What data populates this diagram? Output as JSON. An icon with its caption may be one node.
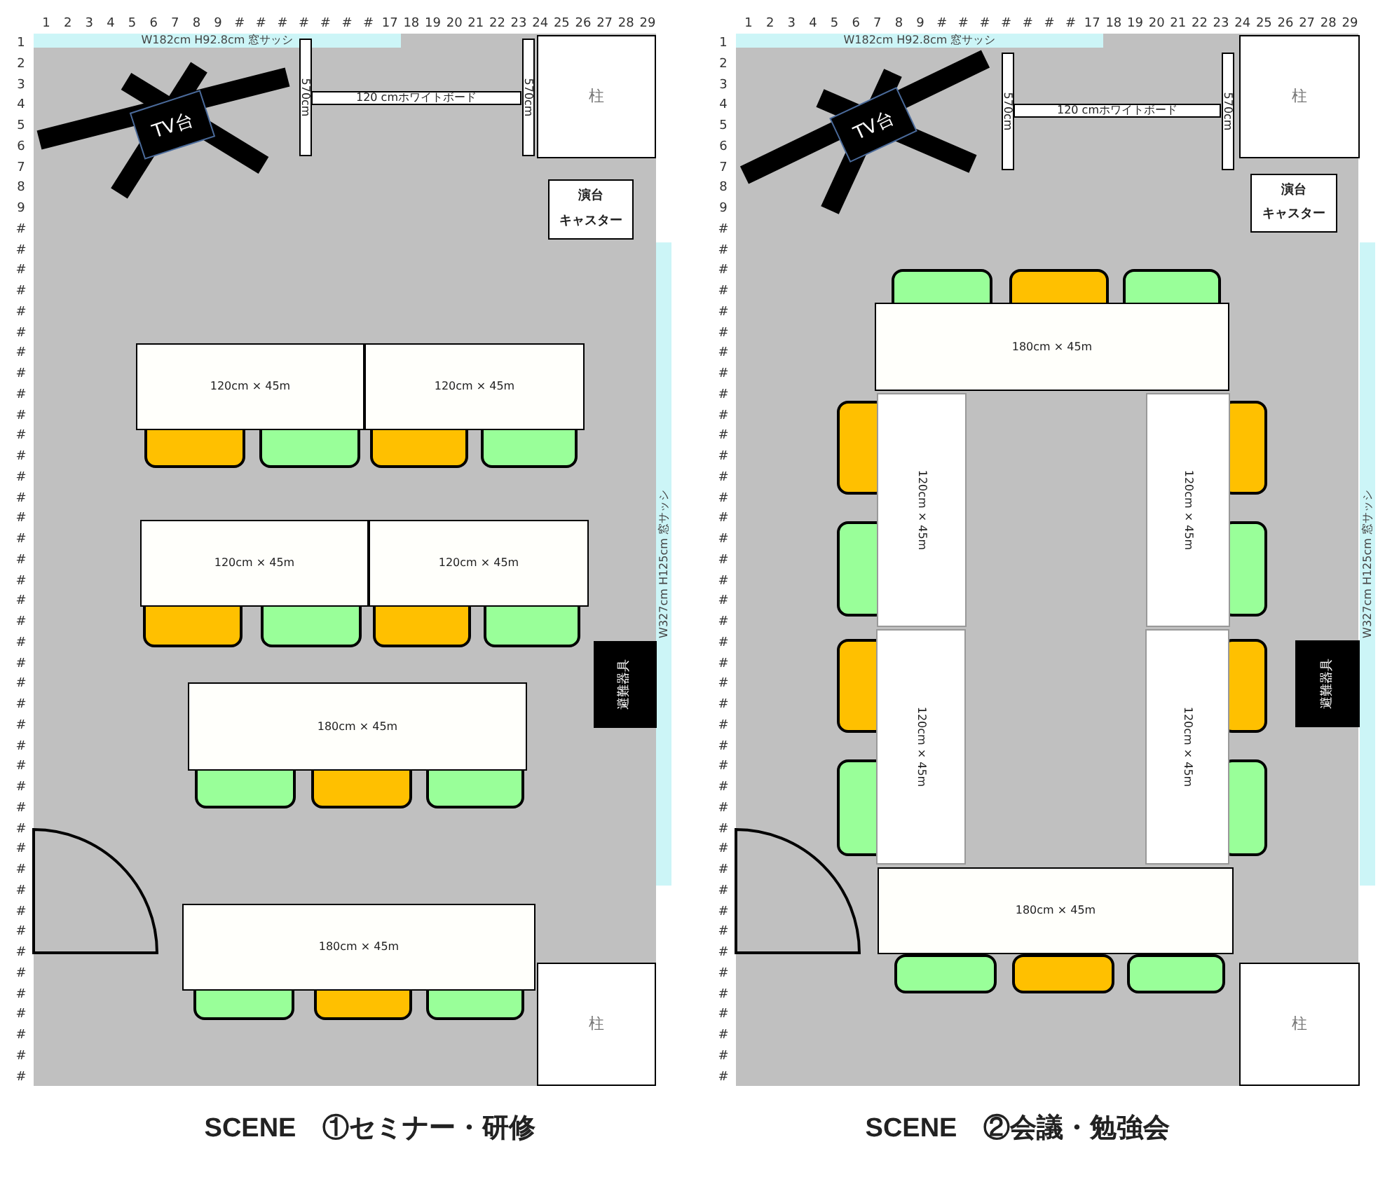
{
  "diagram": {
    "nodes": [
      {
        "text": [
          "W182cm H92.8cm 窓サッシ"
        ]
      },
      {
        "text": [
          "TV台"
        ]
      },
      {
        "text": [
          "570cm"
        ]
      },
      {
        "text": [
          "120 cmホワイトボード"
        ]
      },
      {
        "text": [
          "570cm"
        ]
      },
      {
        "text": [
          "柱"
        ]
      },
      {
        "text": [
          "演台",
          "キャスター"
        ]
      },
      {
        "text": [
          "W327cm H125cm 窓サッシ"
        ]
      },
      {
        "text": [
          "120cm × 45m"
        ]
      },
      {
        "text": [
          "120cm × 45m"
        ]
      },
      {
        "text": [
          "120cm × 45m"
        ]
      },
      {
        "text": [
          "120cm × 45m"
        ]
      },
      {
        "text": [
          "避難器具"
        ]
      },
      {
        "text": [
          "180cm × 45m"
        ]
      },
      {
        "text": [
          "180cm × 45m"
        ]
      },
      {
        "text": [
          "柱"
        ]
      },
      {
        "text": [
          "W182cm H92.8cm 窓サッシ"
        ]
      },
      {
        "text": [
          "TV台"
        ]
      },
      {
        "text": [
          "570cm"
        ]
      },
      {
        "text": [
          "120 cmホワイトボード"
        ]
      },
      {
        "text": [
          "570cm"
        ]
      },
      {
        "text": [
          "柱"
        ]
      },
      {
        "text": [
          "演台",
          "キャスター"
        ]
      },
      {
        "text": [
          "W327cm H125cm 窓サッシ"
        ]
      },
      {
        "text": [
          "180cm × 45m"
        ]
      },
      {
        "text": [
          "120cm × 45m"
        ]
      },
      {
        "text": [
          "120cm × 45m"
        ]
      },
      {
        "text": [
          "避難器具"
        ]
      },
      {
        "text": [
          "120cm × 45m"
        ]
      },
      {
        "text": [
          "120cm × 45m"
        ]
      },
      {
        "text": [
          "180cm × 45m"
        ]
      },
      {
        "text": [
          "柱"
        ]
      }
    ],
    "labels": [
      "1",
      "2",
      "3",
      "4",
      "5",
      "6",
      "7",
      "8",
      "9",
      "#",
      "#",
      "#",
      "#",
      "#",
      "#",
      "#",
      "17",
      "18",
      "19",
      "20",
      "21",
      "22",
      "23",
      "24",
      "25",
      "26",
      "27",
      "28",
      "29",
      "1",
      "2",
      "3",
      "4",
      "5",
      "6",
      "7",
      "8",
      "9",
      "#",
      "#",
      "#",
      "#",
      "#",
      "#",
      "#",
      "#",
      "#",
      "#",
      "#",
      "#",
      "#",
      "#",
      "#",
      "#",
      "#",
      "#",
      "#",
      "#",
      "#",
      "#",
      "#",
      "#",
      "#",
      "#",
      "#",
      "#",
      "#",
      "#",
      "#",
      "#",
      "#",
      "#",
      "#",
      "#",
      "#",
      "#",
      "#",
      "#",
      "#",
      "#",
      "1",
      "2",
      "3",
      "4",
      "5",
      "6",
      "7",
      "8",
      "9",
      "#",
      "#",
      "#",
      "#",
      "#",
      "#",
      "#",
      "17",
      "18",
      "19",
      "20",
      "21",
      "22",
      "23",
      "24",
      "25",
      "26",
      "27",
      "28",
      "29",
      "1",
      "2",
      "3",
      "4",
      "5",
      "6",
      "7",
      "8",
      "9",
      "#",
      "#",
      "#",
      "#",
      "#",
      "#",
      "#",
      "#",
      "#",
      "#",
      "#",
      "#",
      "#",
      "#",
      "#",
      "#",
      "#",
      "#",
      "#",
      "#",
      "#",
      "#",
      "#",
      "#",
      "#",
      "#",
      "#",
      "#",
      "#",
      "#",
      "#",
      "#",
      "#",
      "#",
      "#",
      "#",
      "#",
      "#",
      "#",
      "#",
      "#",
      "#",
      "SCENE　①セミナー・研修",
      "SCENE　②会議・勉強会"
    ]
  }
}
